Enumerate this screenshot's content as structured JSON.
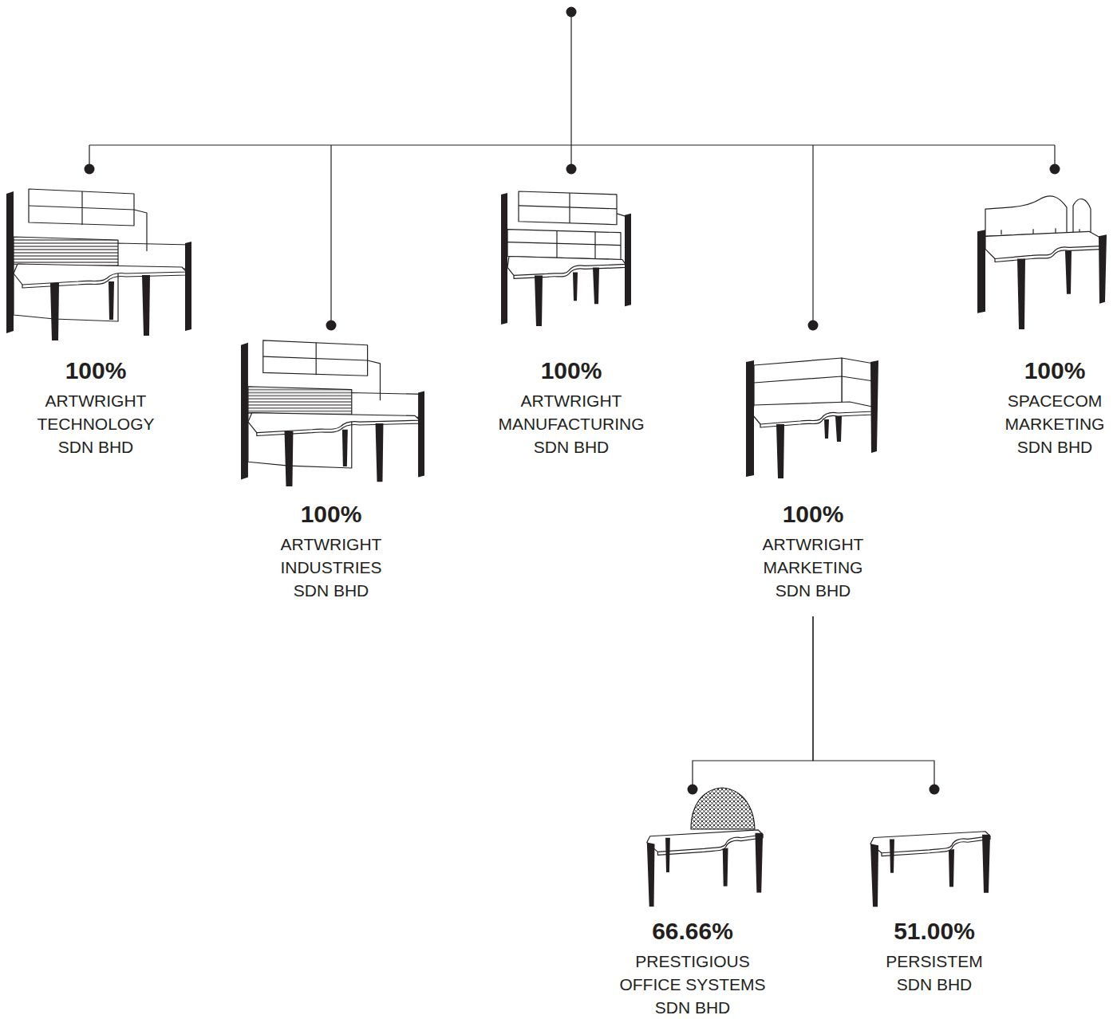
{
  "diagram": {
    "nodes": [
      {
        "text": [
          "100%",
          "ARTWRIGHT TECHNOLOGY SDN BHD"
        ]
      },
      {
        "text": [
          "100%",
          "ARTWRIGHT INDUSTRIES SDN BHD"
        ]
      },
      {
        "text": [
          "100%",
          "ARTWRIGHT MANUFACTURING SDN BHD"
        ]
      },
      {
        "text": [
          "100%",
          "ARTWRIGHT MARKETING SDN BHD"
        ]
      },
      {
        "text": [
          "100%",
          "SPACECOM MARKETING SDN BHD"
        ]
      },
      {
        "text": [
          "66.66%",
          "PRESTIGIOUS OFFICE SYSTEMS SDN BHD"
        ]
      },
      {
        "text": [
          "51.00%",
          "PERSISTEM SDN BHD"
        ]
      }
    ],
    "edges": [
      {
        "from": 3,
        "to": 5,
        "arrow": "none"
      },
      {
        "from": 3,
        "to": 6,
        "arrow": "none"
      }
    ]
  }
}
